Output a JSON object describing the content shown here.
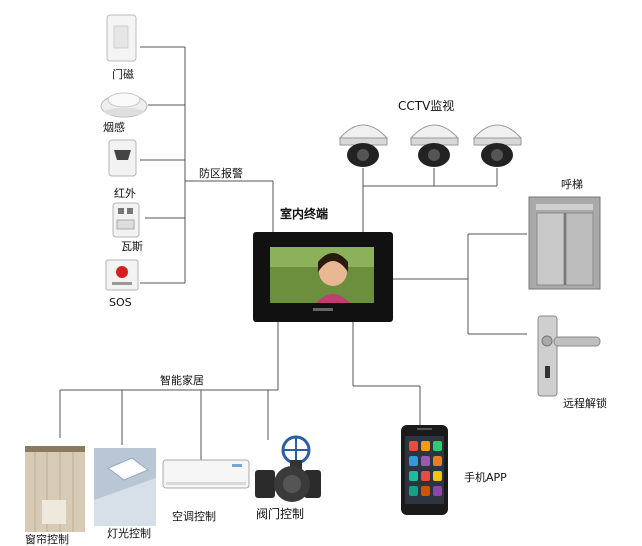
{
  "labels": {
    "door_sensor": "门磁",
    "smoke": "烟感",
    "infrared": "红外",
    "gas": "瓦斯",
    "sos": "SOS",
    "zone_alarm": "防区报警",
    "cctv": "CCTV监视",
    "indoor_terminal": "室内终端",
    "elevator": "呼梯",
    "remote_unlock": "远程解锁",
    "smart_home": "智能家居",
    "curtain": "窗帘控制",
    "lighting": "灯光控制",
    "aircon": "空调控制",
    "valve": "阀门控制",
    "mobile_app": "手机APP"
  },
  "colors": {
    "line": "#555555",
    "screen_bezel": "#111111",
    "sos_button": "#d42020",
    "valve_wheel": "#2a5fa8"
  }
}
